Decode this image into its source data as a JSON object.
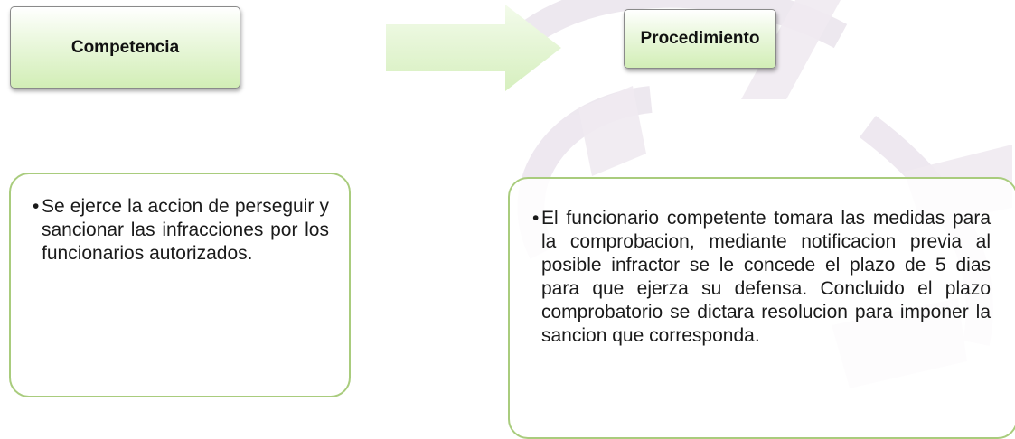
{
  "diagram": {
    "steps": [
      {
        "title": "Competencia",
        "text": "Se ejerce la accion de perseguir y sancionar las infracciones por los funcionarios autorizados."
      },
      {
        "title": "Procedimiento",
        "text": "El funcionario competente tomara las medidas para la comprobacion, mediante notificacion previa al posible infractor se le concede el plazo de 5 dias para que ejerza su defensa. Concluido el plazo comprobatorio se dictara resolucion para imponer la sancion que corresponda."
      }
    ],
    "bullet": "•",
    "colors": {
      "header_fill_top": "#ffffff",
      "header_fill_bottom": "#d2eeb6",
      "arrow_fill": "#dff2cc",
      "content_border": "#a9cc7d",
      "watermark": "#ece6ee"
    },
    "icons": {
      "arrow": "right-arrow-icon",
      "bullet": "bullet-icon"
    }
  }
}
